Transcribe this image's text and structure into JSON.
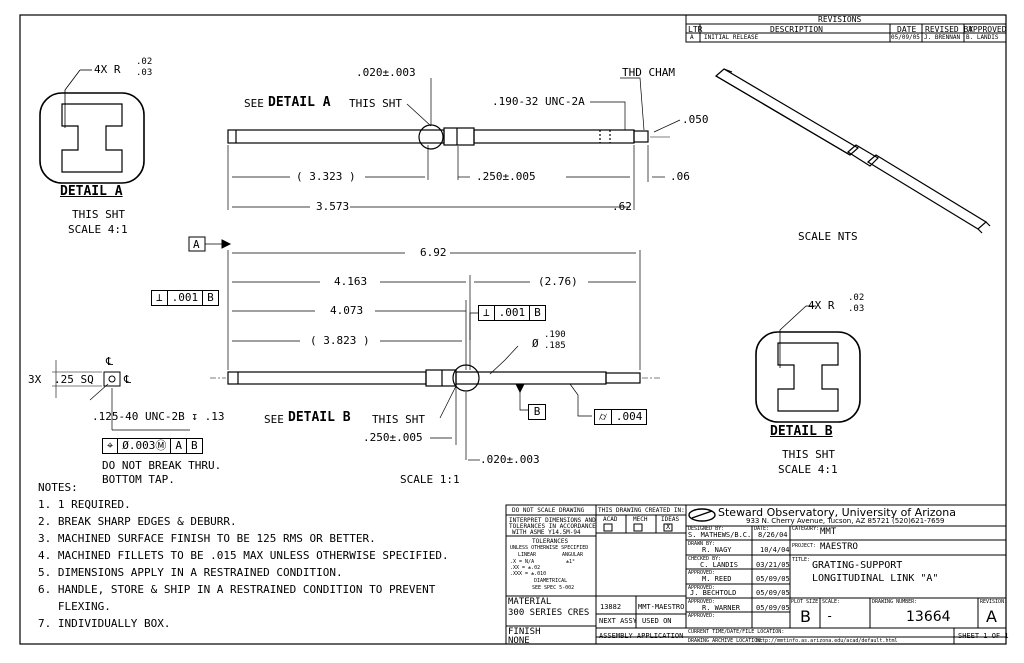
{
  "revisions": {
    "title": "REVISIONS",
    "headers": [
      "LTR",
      "DESCRIPTION",
      "DATE",
      "REVISED BY",
      "APPROVED"
    ],
    "rows": [
      [
        "A",
        "INITIAL RELEASE",
        "05/09/05",
        "J. BRENNAN",
        "B. LANDIS"
      ]
    ]
  },
  "detail_a": {
    "radius_note": "4X R",
    "radius_top": ".02",
    "radius_bottom": ".03",
    "title": "DETAIL A",
    "sub1": "THIS SHT",
    "sub2": "SCALE 4:1"
  },
  "detail_b": {
    "radius_note": "4X R",
    "radius_top": ".02",
    "radius_bottom": ".03",
    "title": "DETAIL B",
    "sub1": "THIS SHT",
    "sub2": "SCALE 4:1"
  },
  "top_view": {
    "tol_020": ".020±.003",
    "see_prefix": "SEE",
    "see_detail": "DETAIL A",
    "see_suffix": "THIS SHT",
    "thread": ".190-32 UNC-2A",
    "thd_cham": "THD CHAM",
    "dim_050": ".050",
    "dim_3323": "( 3.323 )",
    "dim_250": ".250±.005",
    "dim_06": ".06",
    "dim_3573": "3.573",
    "dim_62": ".62"
  },
  "iso_view": {
    "label": "SCALE NTS"
  },
  "main_view": {
    "datum_a": "A",
    "dim_692": "6.92",
    "dim_4163": "4.163",
    "dim_276": "(2.76)",
    "perp_sym": "⊥",
    "perp_val": ".001",
    "perp_datum": "B",
    "dim_4073": "4.073",
    "dim_3823": "( 3.823 )",
    "dia_sym": "Ø",
    "dia_top": ".190",
    "dia_bottom": ".185",
    "cl_sym": "℄",
    "sq_qty": "3X",
    "sq_dim": ".25 SQ",
    "tap": ".125-40 UNC-2B ↧ .13",
    "see_prefix": "SEE",
    "see_detail": "DETAIL B",
    "see_suffix": "THIS SHT",
    "datum_b": "B",
    "cyl_sym": "⌭",
    "cyl_val": ".004",
    "dim_250": ".250±.005",
    "pos_sym": "⌖",
    "pos_val": "Ø.003Ⓜ",
    "pos_a": "A",
    "pos_b": "B",
    "note_tap1": "DO NOT BREAK THRU.",
    "note_tap2": "BOTTOM TAP.",
    "tol_020": ".020±.003",
    "scale": "SCALE 1:1"
  },
  "notes": {
    "title": "NOTES:",
    "items": [
      "1. 1 REQUIRED.",
      "2. BREAK SHARP EDGES & DEBURR.",
      "3. MACHINED SURFACE FINISH TO BE 125 RMS OR BETTER.",
      "4. MACHINED FILLETS TO BE .015 MAX UNLESS OTHERWISE SPECIFIED.",
      "5. DIMENSIONS APPLY IN A RESTRAINED CONDITION.",
      "6. HANDLE, STORE & SHIP IN A RESTRAINED CONDITION TO PREVENT",
      "   FLEXING.",
      "7. INDIVIDUALLY BOX."
    ]
  },
  "title_block": {
    "do_not_scale": "DO NOT SCALE DRAWING",
    "interpret": [
      "INTERPRET DIMENSIONS AND",
      "TOLERANCES IN ACCORDANCE",
      "WITH ASME Y14.5M-94"
    ],
    "tolerances": "TOLERANCES",
    "unless": "UNLESS OTHERWISE SPECIFIED",
    "linear": "LINEAR",
    "angular": "ANGULAR",
    "lin_vals": [
      ".X   = N/A",
      ".XX  = ±.02",
      ".XXX = ±.010"
    ],
    "ang_val": "±1°",
    "diametrical": "DIAMETRICAL",
    "see_spec": "SEE SPEC 5-002",
    "material_label": "MATERIAL",
    "material": "300 SERIES CRES",
    "finish_label": "FINISH",
    "finish": "NONE",
    "created_in": "THIS DRAWING CREATED IN:",
    "cad_headers": [
      "ACAD",
      "MECH",
      "IDEAS"
    ],
    "cad_marks": [
      "",
      "",
      "X"
    ],
    "next_assy_num": "13882",
    "used_on_val": "MMT-MAESTRO",
    "next_assy": "NEXT ASSY",
    "used_on": "USED ON",
    "assembly_app": "ASSEMBLY APPLICATION",
    "org": "Steward Observatory, University of Arizona",
    "address": "933 N. Cherry Avenue, Tucson, AZ  85721  (520)621-7659",
    "designed_by_label": "DESIGNED BY:",
    "designed_by": "S. MATHEWS/B.C.",
    "date_label": "DATE:",
    "designed_date": "8/26/04",
    "category_label": "CATEGORY:",
    "category": "MMT",
    "drawn_label": "DRAWN BY:",
    "drawn_by": "R. NAGY",
    "drawn_date": "10/4/04",
    "project_label": "PROJECT:",
    "project": "MAESTRO",
    "checked_label": "CHECKED BY:",
    "checked_by": "C. LANDIS",
    "checked_date": "03/21/05",
    "title_label": "TITLE:",
    "title1": "GRATING-SUPPORT",
    "title2": "LONGITUDINAL LINK \"A\"",
    "approved_label": "APPROVED:",
    "approved1": "M. REED",
    "approved1_date": "05/09/05",
    "approved2": "J. BECHTOLD",
    "approved2_date": "05/09/05",
    "approved3": "R. WARNER",
    "approved3_date": "05/09/05",
    "plot_size_label": "PLOT SIZE",
    "plot_size": "B",
    "scale_label": "SCALE:",
    "scale_val": "-",
    "dwg_label": "DRAWING NUMBER:",
    "dwg_num": "13664",
    "rev_label": "REVISION:",
    "rev": "A",
    "current_label": "CURRENT TIME/DATE/FILE LOCATION:",
    "archive_label": "DRAWING ARCHIVE LOCATION:",
    "archive": "http://mmtinfo.as.arizona.edu/acad/default.html",
    "sheet": "SHEET 1 OF 1"
  }
}
